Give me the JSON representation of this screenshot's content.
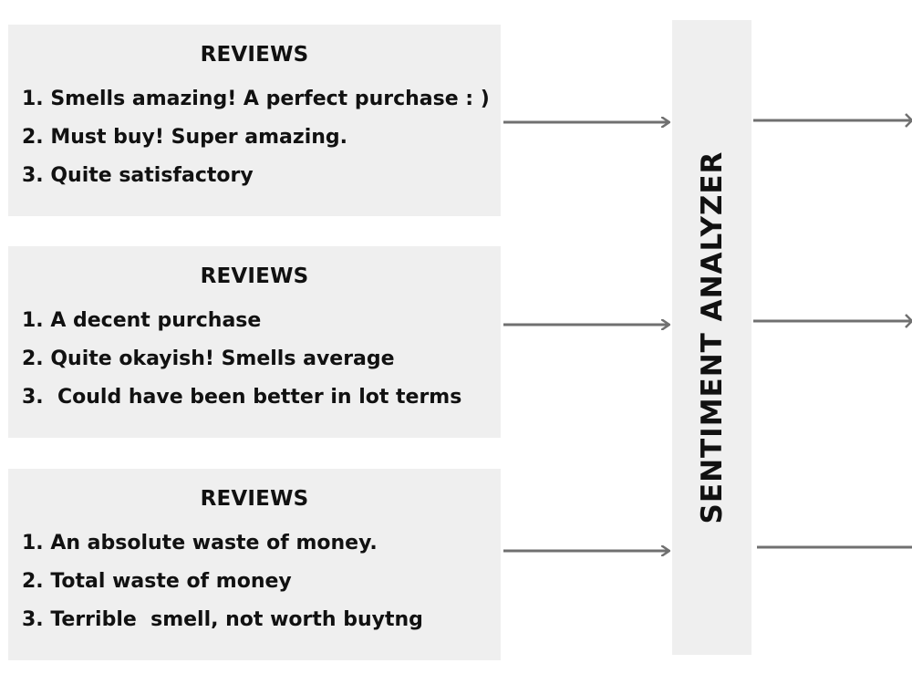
{
  "review_groups": [
    {
      "title": "REVIEWS",
      "items": [
        "1. Smells amazing! A perfect purchase : )",
        "2. Must buy! Super amazing.",
        "3. Quite satisfactory"
      ]
    },
    {
      "title": "REVIEWS",
      "items": [
        "1. A decent purchase",
        "2. Quite okayish! Smells average",
        "3.  Could have been better in lot terms"
      ]
    },
    {
      "title": "REVIEWS",
      "items": [
        "1. An absolute waste of money.",
        "2. Total waste of money",
        "3. Terrible  smell, not worth buytng"
      ]
    }
  ],
  "analyzer": {
    "label": "SENTIMENT ANALYZER"
  },
  "colors": {
    "box_fill": "#efefef",
    "arrow": "#707070",
    "text": "#111111"
  }
}
